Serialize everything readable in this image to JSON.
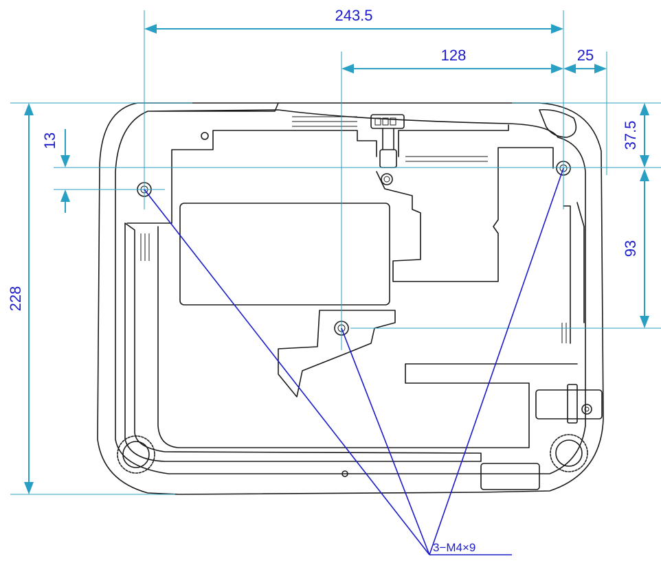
{
  "dimensions": {
    "total_width": "243.5",
    "hole_spacing": "128",
    "right_offset": "25",
    "left_hole_offset": "13",
    "total_depth": "228",
    "right_hole_top": "37.5",
    "hole_depth_spacing": "93"
  },
  "callout": {
    "screw_spec": "3−M4×9"
  },
  "colors": {
    "dimension_line": "#2a9fc4",
    "dimension_text": "#1a1acc",
    "outline": "#1a1a1a"
  }
}
